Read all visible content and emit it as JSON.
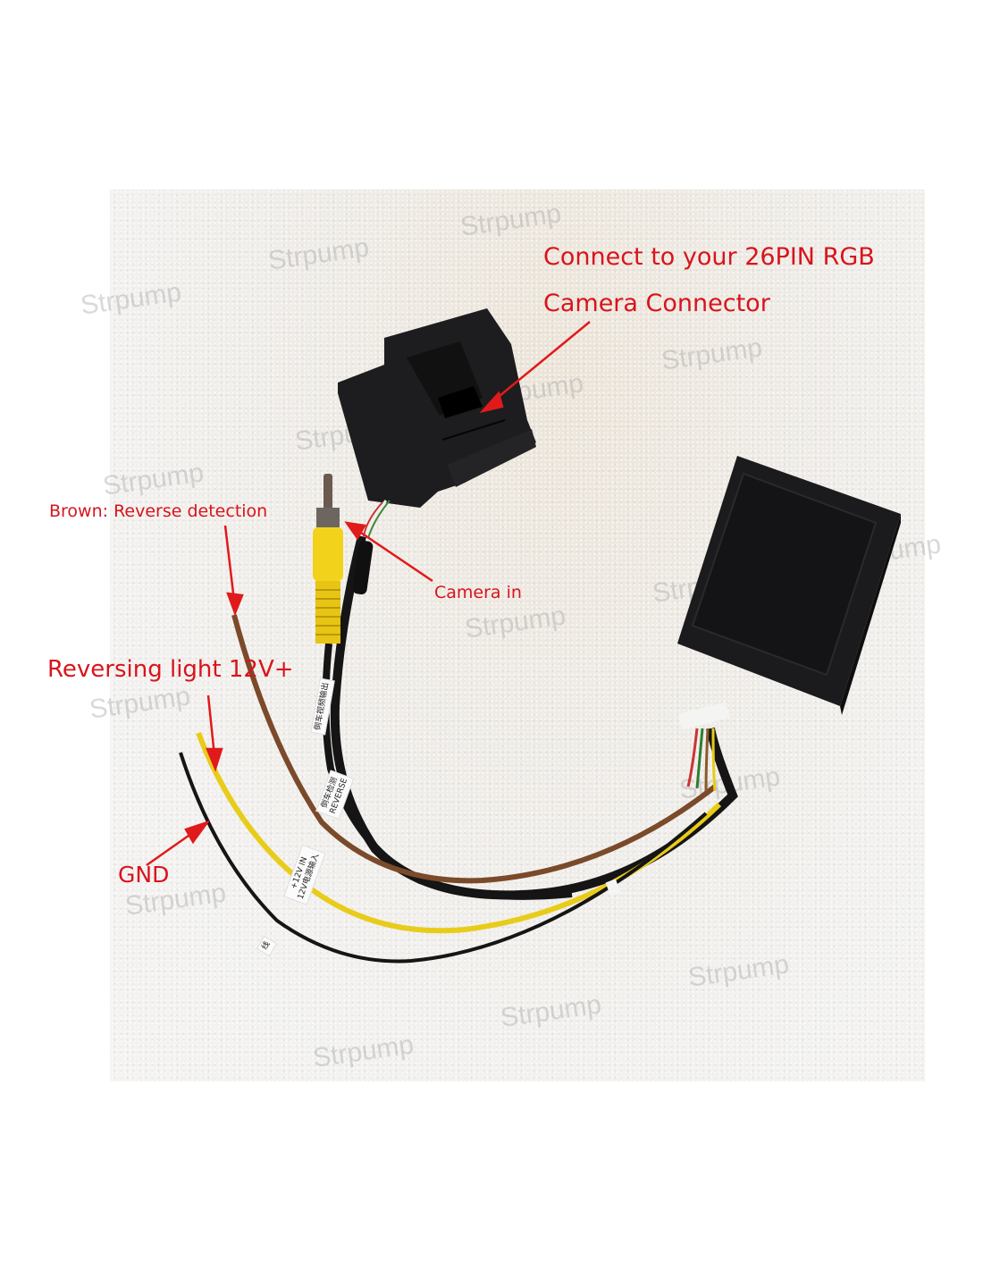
{
  "image": {
    "subject": "Reversing camera adapter cable with 26-pin RGB connector, RCA camera input and interface box",
    "watermark": "Strpump"
  },
  "annotations": {
    "connector_line1": "Connect to your 26PIN RGB",
    "connector_line2": "Camera Connector",
    "brown": "Brown: Reverse detection",
    "camera_in": "Camera in",
    "reversing_light": "Reversing light 12V+",
    "gnd": "GND"
  },
  "wire_tags": {
    "tag1": "倒车视频输出",
    "tag2_line1": "倒车检测",
    "tag2_line2": "REVERSE",
    "tag3_line1": "+12V IN",
    "tag3_line2": "12V电源输入",
    "tag4": "线"
  },
  "colors": {
    "annotation_red": "#d8141c",
    "wire_yellow": "#e8cc1a",
    "wire_brown": "#7a4a2a",
    "wire_black": "#151515",
    "rca_yellow": "#f2d21a"
  }
}
